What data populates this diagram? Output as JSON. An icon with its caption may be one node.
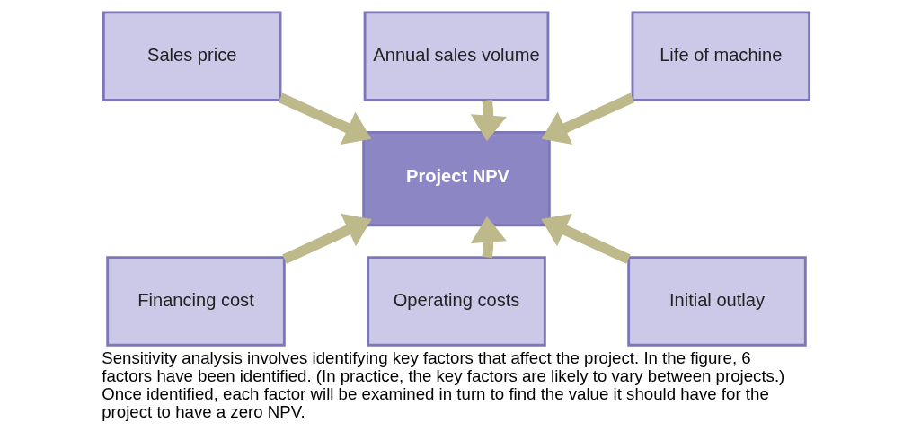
{
  "diagram": {
    "caption": "Sensitivity analysis involves identifying key factors that affect the project. In the figure, 6 factors have been identified. (In practice, the key factors are likely to vary between projects.) Once identified, each factor will be examined in turn to find the value it should have for the project to have a zero NPV.",
    "nodes": [
      {
        "text": [
          "Sales price"
        ]
      },
      {
        "text": [
          "Annual sales volume"
        ]
      },
      {
        "text": [
          "Life of machine"
        ]
      },
      {
        "text": [
          "Project NPV"
        ]
      },
      {
        "text": [
          "Financing cost"
        ]
      },
      {
        "text": [
          "Operating costs"
        ]
      },
      {
        "text": [
          "Initial outlay"
        ]
      }
    ],
    "edges": [
      {
        "from": 0,
        "to": 3,
        "arrow": "to"
      },
      {
        "from": 1,
        "to": 3,
        "arrow": "to"
      },
      {
        "from": 2,
        "to": 3,
        "arrow": "to"
      },
      {
        "from": 4,
        "to": 3,
        "arrow": "to"
      },
      {
        "from": 5,
        "to": 3,
        "arrow": "to"
      },
      {
        "from": 6,
        "to": 3,
        "arrow": "to"
      }
    ]
  }
}
